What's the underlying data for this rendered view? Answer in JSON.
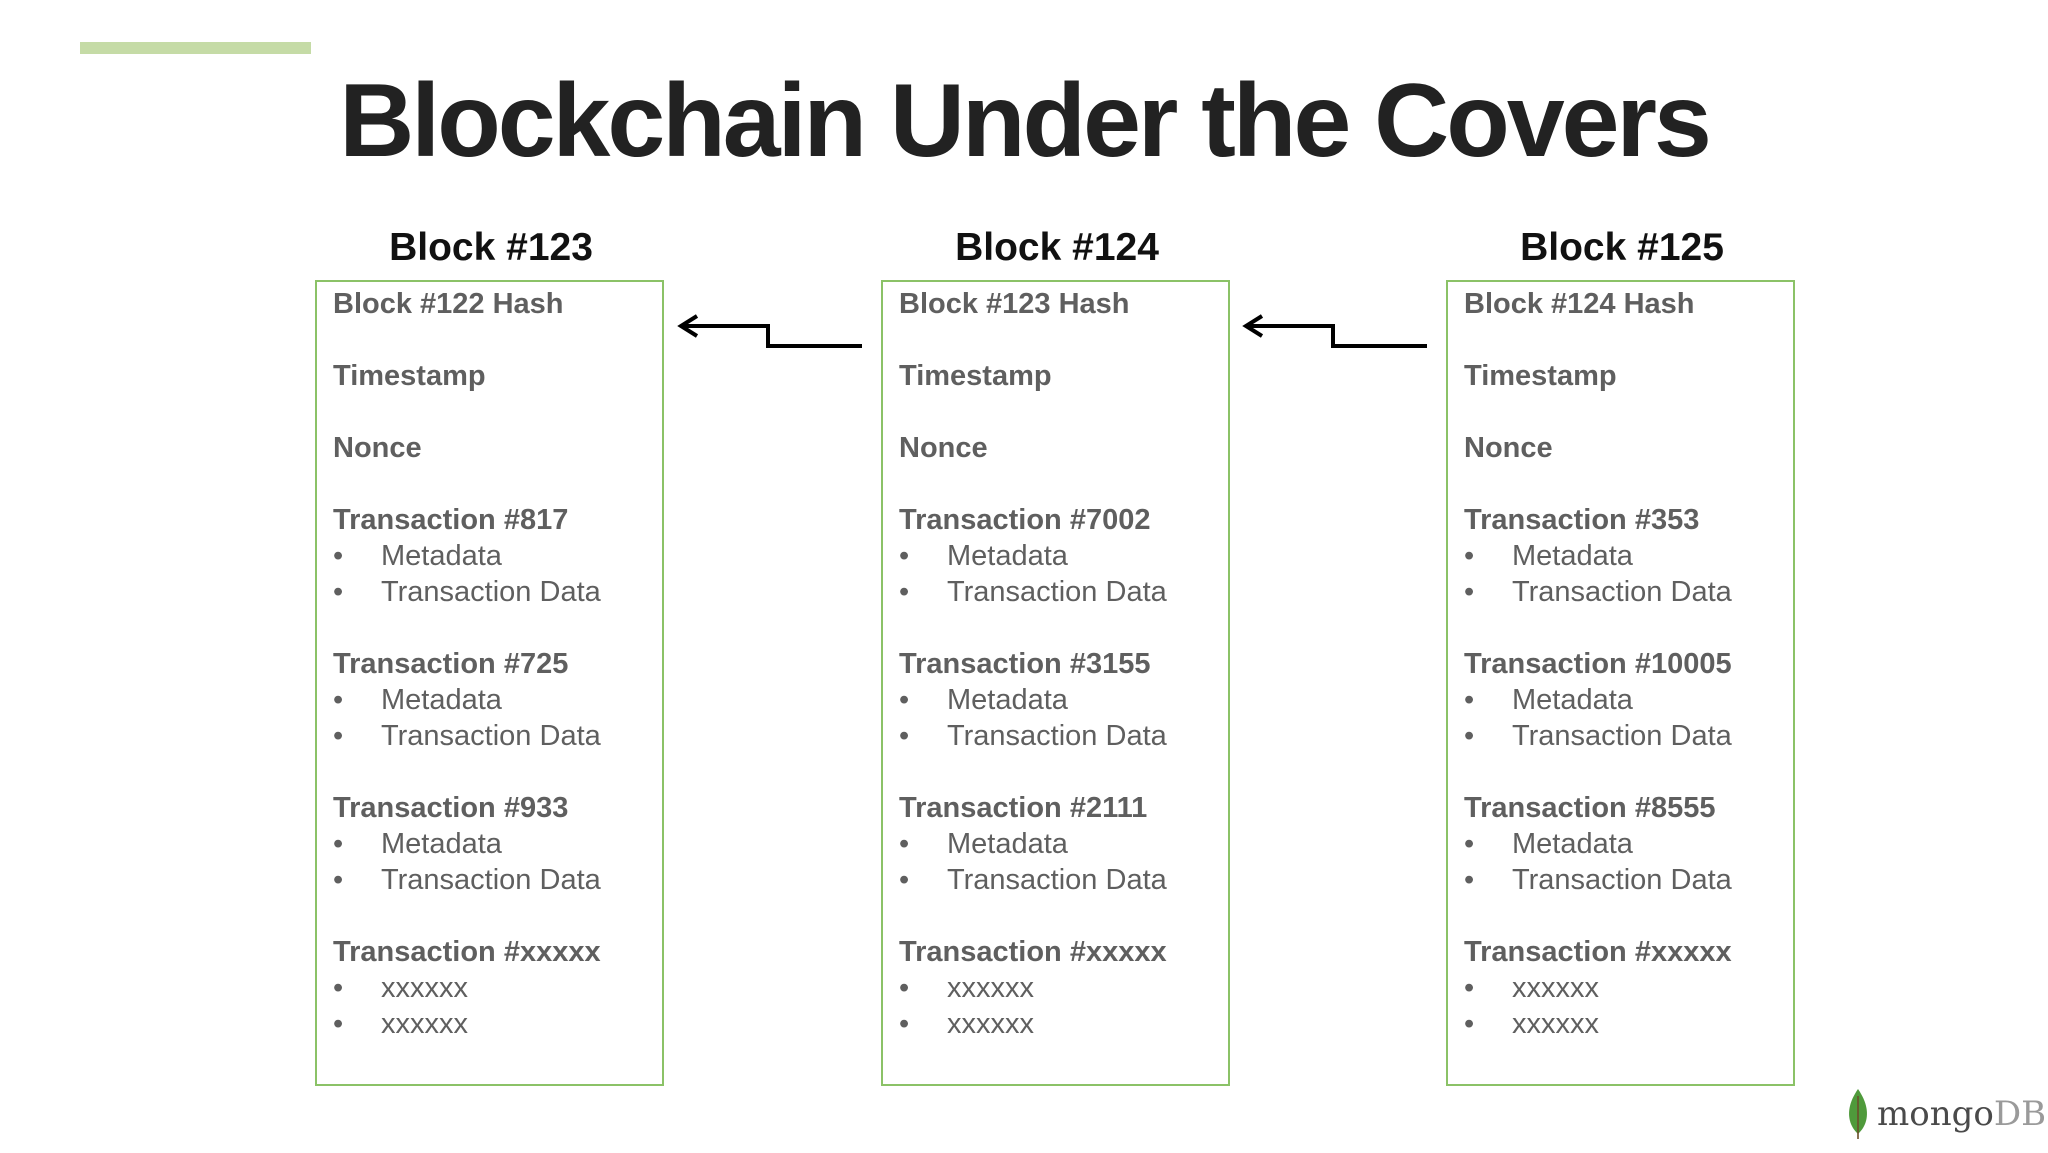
{
  "slide": {
    "title": "Blockchain Under the Covers",
    "accent_color": "#c5dba6",
    "box_border_color": "#8bc267"
  },
  "blocks": [
    {
      "heading": "Block #123",
      "prev_hash": "Block #122 Hash",
      "timestamp": "Timestamp",
      "nonce": "Nonce",
      "transactions": [
        {
          "title": "Transaction #817",
          "items": [
            "Metadata",
            "Transaction Data"
          ]
        },
        {
          "title": "Transaction #725",
          "items": [
            "Metadata",
            "Transaction Data"
          ]
        },
        {
          "title": "Transaction #933",
          "items": [
            "Metadata",
            "Transaction Data"
          ]
        },
        {
          "title": "Transaction #xxxxx",
          "items": [
            "xxxxxx",
            "xxxxxx"
          ]
        }
      ]
    },
    {
      "heading": "Block #124",
      "prev_hash": "Block #123 Hash",
      "timestamp": "Timestamp",
      "nonce": "Nonce",
      "transactions": [
        {
          "title": "Transaction #7002",
          "items": [
            "Metadata",
            "Transaction Data"
          ]
        },
        {
          "title": "Transaction #3155",
          "items": [
            "Metadata",
            "Transaction Data"
          ]
        },
        {
          "title": "Transaction #2111",
          "items": [
            "Metadata",
            "Transaction Data"
          ]
        },
        {
          "title": "Transaction #xxxxx",
          "items": [
            "xxxxxx",
            "xxxxxx"
          ]
        }
      ]
    },
    {
      "heading": "Block #125",
      "prev_hash": "Block #124 Hash",
      "timestamp": "Timestamp",
      "nonce": "Nonce",
      "transactions": [
        {
          "title": "Transaction #353",
          "items": [
            "Metadata",
            "Transaction Data"
          ]
        },
        {
          "title": "Transaction #10005",
          "items": [
            "Metadata",
            "Transaction Data"
          ]
        },
        {
          "title": "Transaction #8555",
          "items": [
            "Metadata",
            "Transaction Data"
          ]
        },
        {
          "title": "Transaction #xxxxx",
          "items": [
            "xxxxxx",
            "xxxxxx"
          ]
        }
      ]
    }
  ],
  "bullet_glyph": "•",
  "logo": {
    "icon": "leaf-icon",
    "text_main": "mongo",
    "text_suffix": "DB"
  }
}
